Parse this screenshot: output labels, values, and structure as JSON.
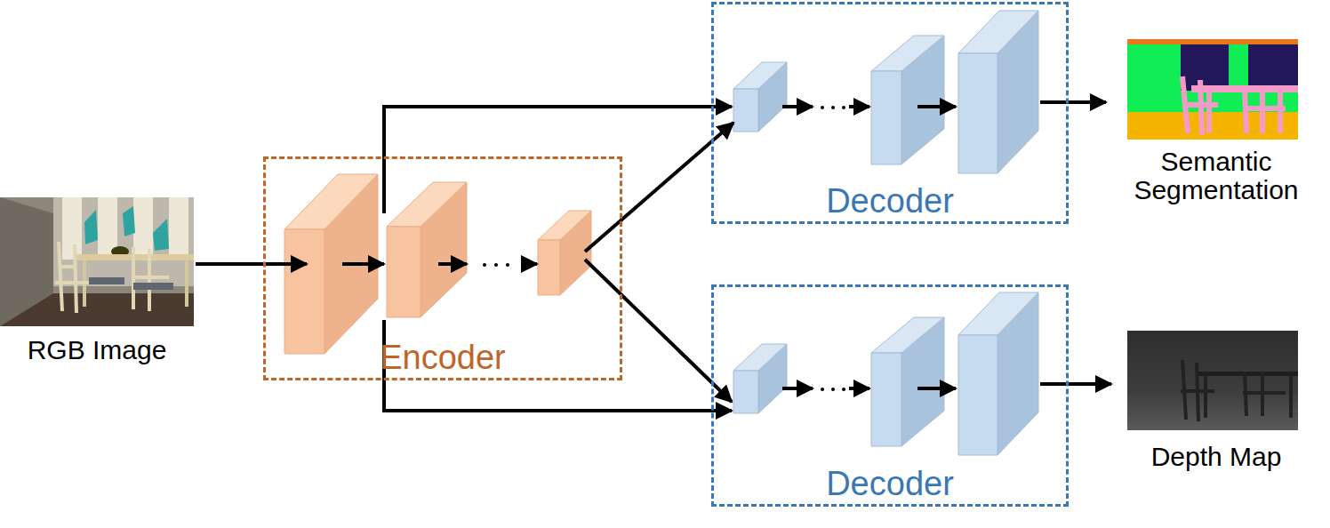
{
  "diagram": {
    "nodes": [
      {
        "text": [
          "RGB Image"
        ]
      },
      {
        "text": [
          "Encoder"
        ]
      },
      {
        "text": [
          "Decoder"
        ]
      },
      {
        "text": [
          "Decoder"
        ]
      },
      {
        "text": [
          "Semantic Segmentation"
        ]
      },
      {
        "text": [
          "Depth Map"
        ]
      }
    ],
    "edges": [
      {
        "from": 0,
        "to": 1,
        "arrow": "to"
      },
      {
        "from": 1,
        "to": 2,
        "arrow": "to"
      },
      {
        "from": 1,
        "to": 2,
        "arrow": "to"
      },
      {
        "from": 1,
        "to": 3,
        "arrow": "to"
      },
      {
        "from": 1,
        "to": 3,
        "arrow": "to"
      },
      {
        "from": 2,
        "to": 4,
        "arrow": "to"
      },
      {
        "from": 3,
        "to": 5,
        "arrow": "to"
      }
    ]
  }
}
